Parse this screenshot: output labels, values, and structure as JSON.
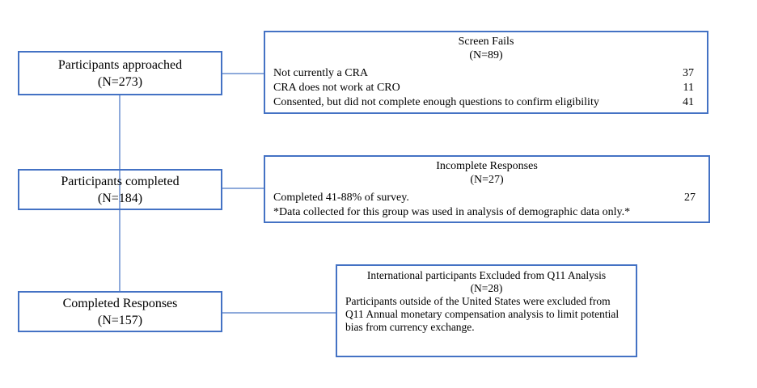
{
  "colors": {
    "box_border": "#4472C4",
    "connector": "#8EAADB"
  },
  "left_boxes": [
    {
      "title": "Participants approached",
      "n": "(N=273)"
    },
    {
      "title": "Participants completed",
      "n": "(N=184)"
    },
    {
      "title": "Completed Responses",
      "n": "(N=157)"
    }
  ],
  "screen_fails": {
    "title": "Screen Fails",
    "n": "(N=89)",
    "rows": [
      {
        "label": "Not currently a CRA",
        "value": "37"
      },
      {
        "label": "CRA does not work at CRO",
        "value": "11"
      },
      {
        "label": "Consented, but did not complete enough questions to confirm eligibility",
        "value": "41"
      }
    ]
  },
  "incomplete": {
    "title": "Incomplete Responses",
    "n": "(N=27)",
    "rows": [
      {
        "label": "Completed 41-88% of survey.",
        "value": "27"
      }
    ],
    "note": "*Data collected for this group was used in analysis of demographic data only.*"
  },
  "international": {
    "title": "International participants Excluded from Q11 Analysis",
    "n": "(N=28)",
    "body": "Participants outside of the United States were excluded from Q11 Annual monetary compensation analysis to limit potential bias from currency exchange."
  }
}
